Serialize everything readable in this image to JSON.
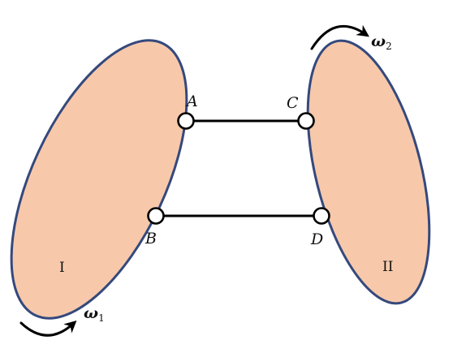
{
  "colors": {
    "body_fill": "#f7c9aa",
    "body_stroke": "#34497d",
    "rod": "#000000",
    "joint_fill": "#ffffff"
  },
  "points": {
    "A": "A",
    "B": "B",
    "C": "C",
    "D": "D"
  },
  "bodies": {
    "body1_label": "I",
    "body2_label": "II"
  },
  "angular_velocities": {
    "omega1_symbol": "ω",
    "omega1_sub": "1",
    "omega2_symbol": "ω",
    "omega2_sub": "2"
  }
}
